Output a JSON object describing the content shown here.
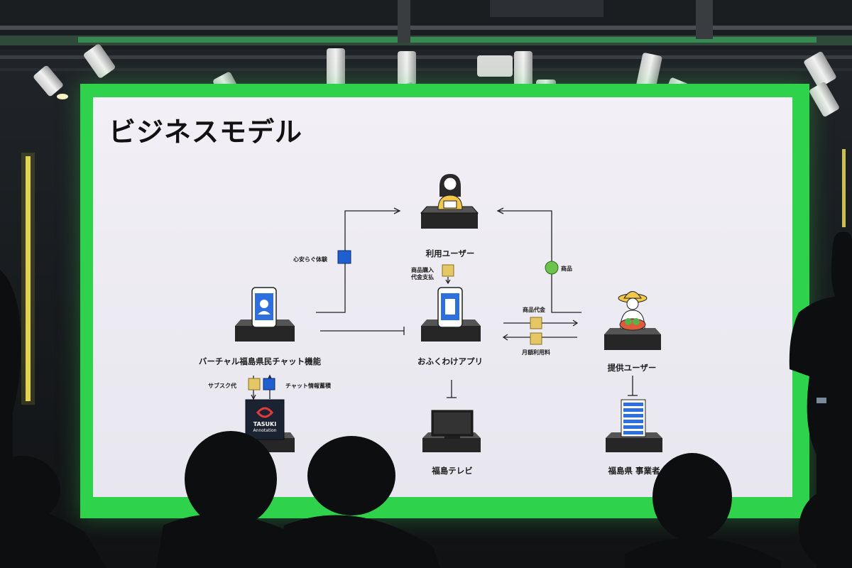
{
  "slide": {
    "title": "ビジネスモデル",
    "nodes": {
      "user": "利用ユーザー",
      "chat": "バーチャル福島県民チャット機能",
      "app": "おふくわけアプリ",
      "provider": "提供ユーザー",
      "tv": "福島テレビ",
      "business": "福島県 事業者"
    },
    "flows": {
      "peace_of_mind": "心安らぐ体験",
      "purchase": "商品購入",
      "payment": "代金支払",
      "goods": "商品",
      "goods_price": "商品代金",
      "monthly_fee": "月額利用料",
      "subscription": "サブスク代",
      "chat_data": "チャット情報蓄積"
    },
    "logo": {
      "line1": "TASUKI",
      "line2": "Annotation"
    }
  }
}
